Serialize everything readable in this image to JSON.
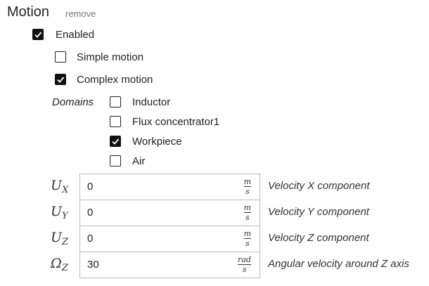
{
  "section": {
    "title": "Motion",
    "remove_label": "remove"
  },
  "enabled": {
    "label": "Enabled",
    "checked": true
  },
  "motion_type": [
    {
      "label": "Simple motion",
      "checked": false
    },
    {
      "label": "Complex motion",
      "checked": true
    }
  ],
  "domains": {
    "label": "Domains",
    "items": [
      {
        "label": "Inductor",
        "checked": false
      },
      {
        "label": "Flux concentrator1",
        "checked": false
      },
      {
        "label": "Workpiece",
        "checked": true
      },
      {
        "label": "Air",
        "checked": false
      }
    ]
  },
  "params": [
    {
      "symbol": "U",
      "sub": "X",
      "value": "0",
      "unit_num": "m",
      "unit_den": "s",
      "description": "Velocity X component"
    },
    {
      "symbol": "U",
      "sub": "Y",
      "value": "0",
      "unit_num": "m",
      "unit_den": "s",
      "description": "Velocity Y component"
    },
    {
      "symbol": "U",
      "sub": "Z",
      "value": "0",
      "unit_num": "m",
      "unit_den": "s",
      "description": "Velocity Z component"
    },
    {
      "symbol": "Ω",
      "sub": "Z",
      "value": "30",
      "unit_num": "rad",
      "unit_den": "s",
      "description": "Angular velocity around Z axis"
    }
  ]
}
